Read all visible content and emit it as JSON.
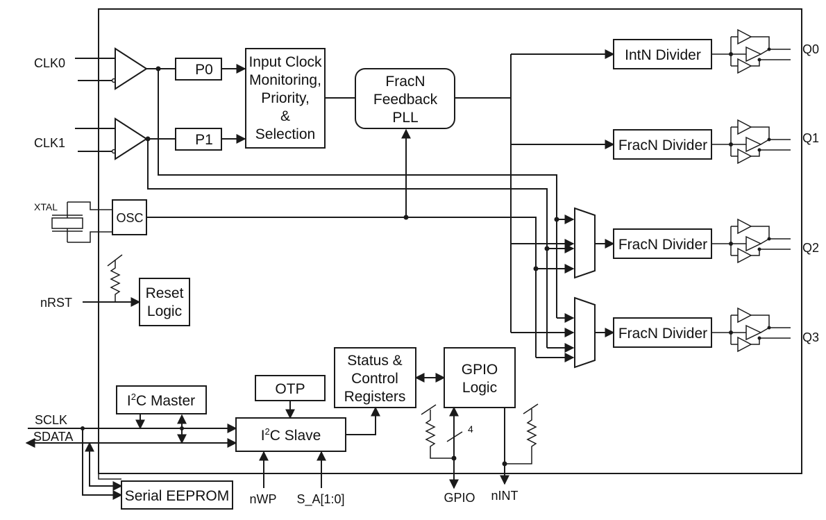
{
  "blocks": {
    "p0": "P0",
    "p1": "P1",
    "icm": [
      "Input Clock",
      "Monitoring,",
      "Priority,",
      "&",
      "Selection"
    ],
    "pll": [
      "FracN",
      "Feedback",
      "PLL"
    ],
    "osc": "OSC",
    "reset": [
      "Reset",
      "Logic"
    ],
    "intn_divider": "IntN Divider",
    "fracn_divider_1": "FracN Divider",
    "fracn_divider_2": "FracN Divider",
    "fracn_divider_3": "FracN Divider",
    "status": [
      "Status &",
      "Control",
      "Registers"
    ],
    "gpio_logic": [
      "GPIO",
      "Logic"
    ],
    "otp": "OTP",
    "i2c_master": {
      "pre": "I",
      "sup": "2",
      "post": "C Master"
    },
    "i2c_slave": {
      "pre": "I",
      "sup": "2",
      "post": "C Slave"
    },
    "eeprom": "Serial EEPROM"
  },
  "pins": {
    "clk0": "CLK0",
    "clk1": "CLK1",
    "xtal": "XTAL",
    "nrst": "nRST",
    "sclk": "SCLK",
    "sdata": "SDATA",
    "nwp": "nWP",
    "sa": "S_A[1:0]",
    "gpio": "GPIO",
    "nint": "nINT",
    "q0": "Q0",
    "q1": "Q1",
    "q2": "Q2",
    "q3": "Q3",
    "bus_width": "4"
  }
}
